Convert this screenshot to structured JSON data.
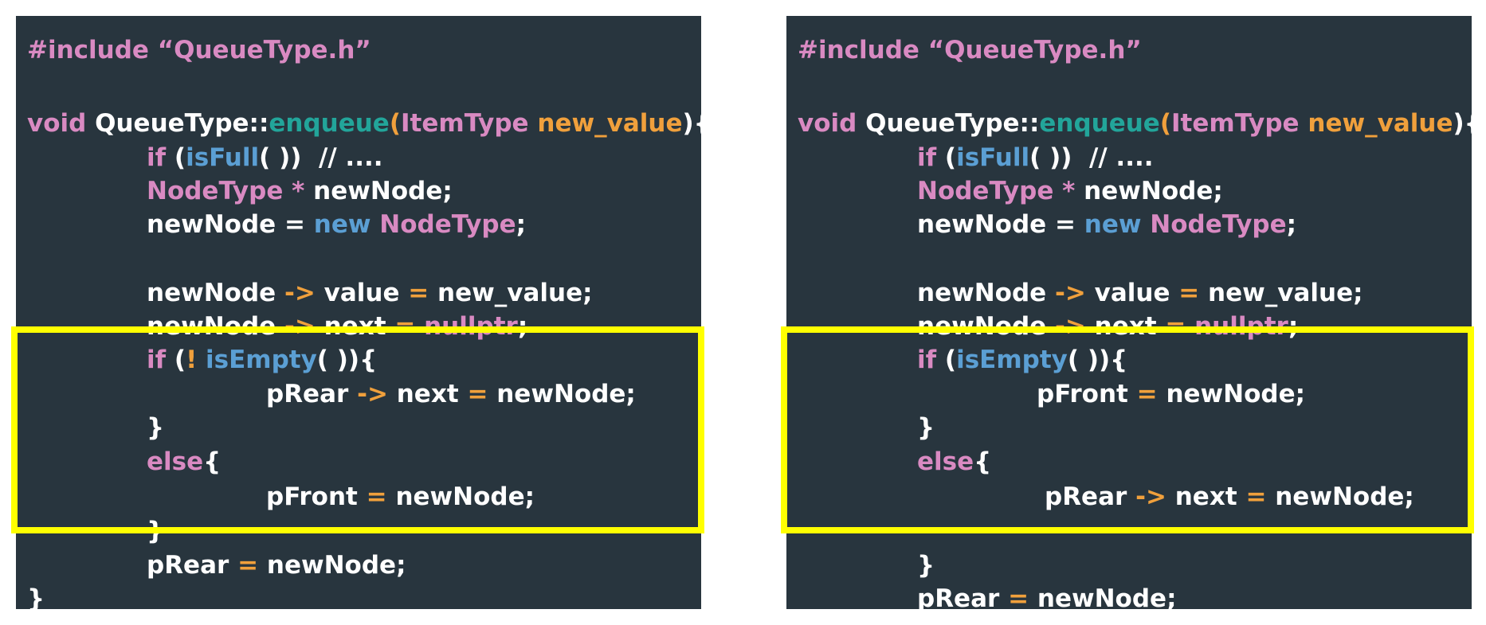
{
  "colors": {
    "background": "#28353e",
    "default": "#ffffff",
    "keyword": "#d98ac2",
    "operator": "#f0a03c",
    "function": "#22a59a",
    "call": "#5b9fd4",
    "highlight": "#ffff00"
  },
  "panels": [
    {
      "lines": [
        [
          {
            "t": "#include “QueueType.h”",
            "c": "pink"
          }
        ],
        [],
        [
          {
            "t": "void ",
            "c": "pink"
          },
          {
            "t": "QueueType::",
            "c": "default"
          },
          {
            "t": "enqueue",
            "c": "teal"
          },
          {
            "t": "(",
            "c": "orange"
          },
          {
            "t": "ItemType ",
            "c": "pink"
          },
          {
            "t": "new_value",
            "c": "orange"
          },
          {
            "t": "){",
            "c": "default"
          }
        ],
        [
          {
            "t": "if ",
            "c": "pink"
          },
          {
            "t": "(",
            "c": "default"
          },
          {
            "t": "isFull",
            "c": "blue"
          },
          {
            "t": "( ))  // ....",
            "c": "default"
          }
        ],
        [
          {
            "t": "NodeType * ",
            "c": "pink"
          },
          {
            "t": "newNode;",
            "c": "default"
          }
        ],
        [
          {
            "t": "newNode = ",
            "c": "default"
          },
          {
            "t": "new ",
            "c": "blue"
          },
          {
            "t": "NodeType",
            "c": "pink"
          },
          {
            "t": ";",
            "c": "default"
          }
        ],
        [],
        [
          {
            "t": "newNode ",
            "c": "default"
          },
          {
            "t": "-> ",
            "c": "orange"
          },
          {
            "t": "value ",
            "c": "default"
          },
          {
            "t": "= ",
            "c": "orange"
          },
          {
            "t": "new_value;",
            "c": "default"
          }
        ],
        [
          {
            "t": "newNode ",
            "c": "default"
          },
          {
            "t": "-> ",
            "c": "orange"
          },
          {
            "t": "next ",
            "c": "default"
          },
          {
            "t": "= ",
            "c": "orange"
          },
          {
            "t": "nullptr",
            "c": "pink"
          },
          {
            "t": ";",
            "c": "default"
          }
        ],
        [
          {
            "t": "if ",
            "c": "pink"
          },
          {
            "t": "(",
            "c": "default"
          },
          {
            "t": "! ",
            "c": "orange"
          },
          {
            "t": "isEmpty",
            "c": "blue"
          },
          {
            "t": "( )){",
            "c": "default"
          }
        ],
        [
          {
            "t": "pRear ",
            "c": "default"
          },
          {
            "t": "-> ",
            "c": "orange"
          },
          {
            "t": "next ",
            "c": "default"
          },
          {
            "t": "= ",
            "c": "orange"
          },
          {
            "t": "newNode;",
            "c": "default"
          }
        ],
        [
          {
            "t": "}",
            "c": "default"
          }
        ],
        [
          {
            "t": "else",
            "c": "pink"
          },
          {
            "t": "{",
            "c": "default"
          }
        ],
        [
          {
            "t": "pFront ",
            "c": "default"
          },
          {
            "t": "= ",
            "c": "orange"
          },
          {
            "t": "newNode;",
            "c": "default"
          }
        ],
        [
          {
            "t": "}",
            "c": "default"
          }
        ],
        [
          {
            "t": "pRear ",
            "c": "default"
          },
          {
            "t": "= ",
            "c": "orange"
          },
          {
            "t": "newNode;",
            "c": "default"
          }
        ],
        [
          {
            "t": "}",
            "c": "default"
          }
        ]
      ]
    },
    {
      "lines": [
        [
          {
            "t": "#include “QueueType.h”",
            "c": "pink"
          }
        ],
        [],
        [
          {
            "t": "void ",
            "c": "pink"
          },
          {
            "t": "QueueType::",
            "c": "default"
          },
          {
            "t": "enqueue",
            "c": "teal"
          },
          {
            "t": "(",
            "c": "orange"
          },
          {
            "t": "ItemType ",
            "c": "pink"
          },
          {
            "t": "new_value",
            "c": "orange"
          },
          {
            "t": "){",
            "c": "default"
          }
        ],
        [
          {
            "t": "if ",
            "c": "pink"
          },
          {
            "t": "(",
            "c": "default"
          },
          {
            "t": "isFull",
            "c": "blue"
          },
          {
            "t": "( ))  // ....",
            "c": "default"
          }
        ],
        [
          {
            "t": "NodeType * ",
            "c": "pink"
          },
          {
            "t": "newNode;",
            "c": "default"
          }
        ],
        [
          {
            "t": "newNode = ",
            "c": "default"
          },
          {
            "t": "new ",
            "c": "blue"
          },
          {
            "t": "NodeType",
            "c": "pink"
          },
          {
            "t": ";",
            "c": "default"
          }
        ],
        [],
        [
          {
            "t": "newNode ",
            "c": "default"
          },
          {
            "t": "-> ",
            "c": "orange"
          },
          {
            "t": "value ",
            "c": "default"
          },
          {
            "t": "= ",
            "c": "orange"
          },
          {
            "t": "new_value;",
            "c": "default"
          }
        ],
        [
          {
            "t": "newNode ",
            "c": "default"
          },
          {
            "t": "-> ",
            "c": "orange"
          },
          {
            "t": "next ",
            "c": "default"
          },
          {
            "t": "= ",
            "c": "orange"
          },
          {
            "t": "nullptr",
            "c": "pink"
          },
          {
            "t": ";",
            "c": "default"
          }
        ],
        [
          {
            "t": "if ",
            "c": "pink"
          },
          {
            "t": "(",
            "c": "default"
          },
          {
            "t": "isEmpty",
            "c": "blue"
          },
          {
            "t": "( )){",
            "c": "default"
          }
        ],
        [
          {
            "t": "pFront ",
            "c": "default"
          },
          {
            "t": "= ",
            "c": "orange"
          },
          {
            "t": "newNode;",
            "c": "default"
          }
        ],
        [
          {
            "t": "}",
            "c": "default"
          }
        ],
        [
          {
            "t": "else",
            "c": "pink"
          },
          {
            "t": "{",
            "c": "default"
          }
        ],
        [
          {
            "t": "pRear ",
            "c": "default"
          },
          {
            "t": "-> ",
            "c": "orange"
          },
          {
            "t": "next ",
            "c": "default"
          },
          {
            "t": "= ",
            "c": "orange"
          },
          {
            "t": "newNode;",
            "c": "default"
          }
        ],
        [],
        [
          {
            "t": "}",
            "c": "default"
          }
        ],
        [
          {
            "t": "pRear ",
            "c": "default"
          },
          {
            "t": "= ",
            "c": "orange"
          },
          {
            "t": "newNode;",
            "c": "default"
          }
        ],
        [
          {
            "t": "}",
            "c": "default"
          }
        ]
      ]
    }
  ]
}
